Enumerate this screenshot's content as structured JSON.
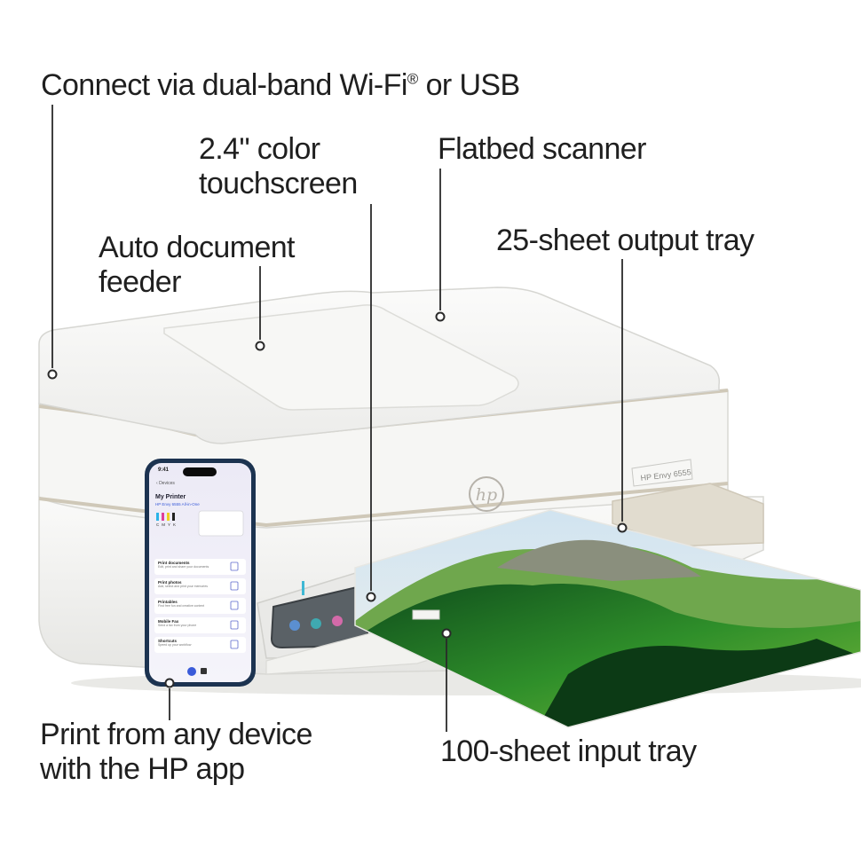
{
  "callouts": {
    "connectivity": {
      "text_main": "Connect via dual-band Wi-Fi",
      "reg_mark": "®",
      "text_tail": " or USB"
    },
    "touchscreen": {
      "line1": "2.4\" color",
      "line2": "touchscreen"
    },
    "scanner": {
      "line1": "Flatbed scanner"
    },
    "adf": {
      "line1": "Auto document",
      "line2": "feeder"
    },
    "output_tray": {
      "line1": "25-sheet output tray"
    },
    "app": {
      "line1": "Print from any device",
      "line2": "with the HP app"
    },
    "input_tray": {
      "line1": "100-sheet input tray"
    }
  },
  "printer": {
    "model_label": "HP Envy 6555",
    "logo_text": "hp"
  },
  "phone": {
    "time": "9:41",
    "back_label": "Devices",
    "title": "My Printer",
    "subtitle": "HP Envy 6555 All-in-One",
    "ink_labels": [
      "C",
      "M",
      "Y",
      "K"
    ],
    "menu": [
      {
        "label": "Print documents",
        "desc": "Edit, print and share your documents"
      },
      {
        "label": "Print photos",
        "desc": "Add, select and print your memories"
      },
      {
        "label": "Printables",
        "desc": "Find free fun and creative content"
      },
      {
        "label": "Mobile Fax",
        "desc": "Send a fax from your phone"
      },
      {
        "label": "Shortcuts",
        "desc": "Speed up your workflow"
      }
    ]
  },
  "colors": {
    "text": "#1f1f1f",
    "printer_white": "#f4f4f2",
    "accent_taupe": "#cfc8b8",
    "phone_frame": "#1c3350",
    "phone_accent": "#3a5bd9"
  }
}
